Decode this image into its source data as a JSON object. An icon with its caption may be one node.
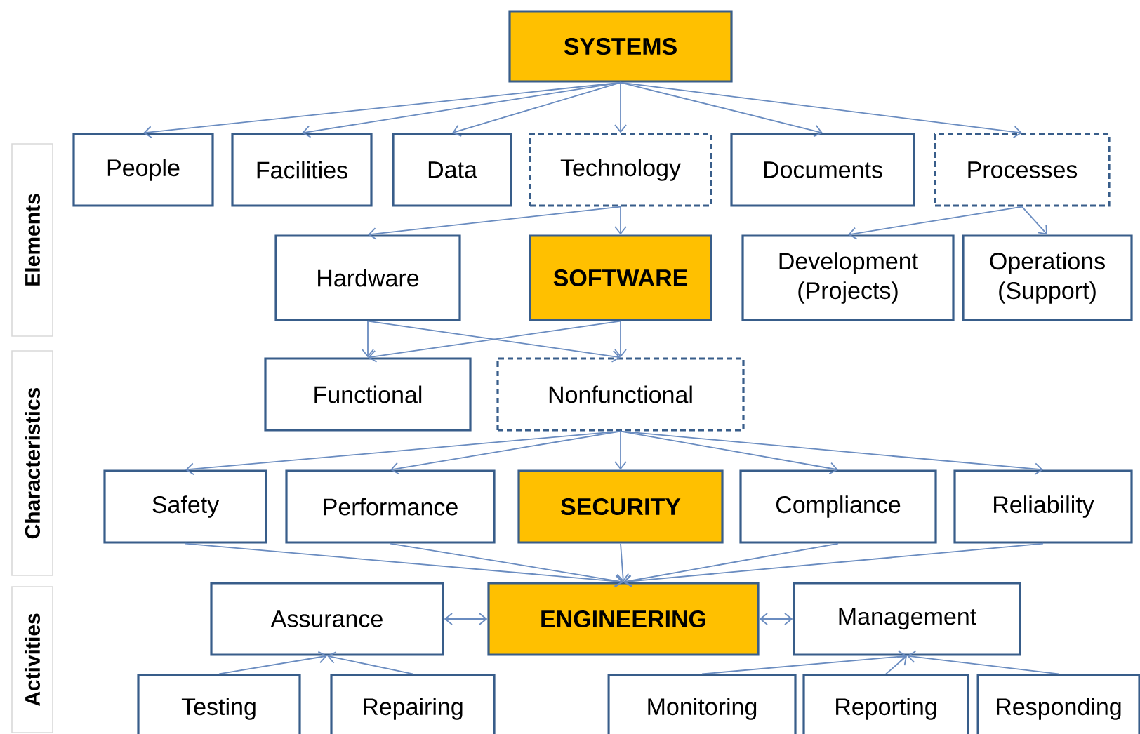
{
  "diagram": {
    "nodes": [
      {
        "text": [
          "SYSTEMS"
        ]
      },
      {
        "text": [
          "People"
        ]
      },
      {
        "text": [
          "Facilities"
        ]
      },
      {
        "text": [
          "Data"
        ]
      },
      {
        "text": [
          "Technology"
        ]
      },
      {
        "text": [
          "Documents"
        ]
      },
      {
        "text": [
          "Processes"
        ]
      },
      {
        "text": [
          "Hardware"
        ]
      },
      {
        "text": [
          "SOFTWARE"
        ]
      },
      {
        "text": [
          "Development (Projects)"
        ]
      },
      {
        "text": [
          "Operations (Support)"
        ]
      },
      {
        "text": [
          "Functional"
        ]
      },
      {
        "text": [
          "Nonfunctional"
        ]
      },
      {
        "text": [
          "Safety"
        ]
      },
      {
        "text": [
          "Performance"
        ]
      },
      {
        "text": [
          "SECURITY"
        ]
      },
      {
        "text": [
          "Compliance"
        ]
      },
      {
        "text": [
          "Reliability"
        ]
      },
      {
        "text": [
          "Assurance"
        ]
      },
      {
        "text": [
          "ENGINEERING"
        ]
      },
      {
        "text": [
          "Management"
        ]
      },
      {
        "text": [
          "Testing"
        ]
      },
      {
        "text": [
          "Repairing"
        ]
      },
      {
        "text": [
          "Monitoring"
        ]
      },
      {
        "text": [
          "Reporting"
        ]
      },
      {
        "text": [
          "Responding"
        ]
      },
      {
        "text": [
          "Elements"
        ]
      },
      {
        "text": [
          "Characteristics"
        ]
      },
      {
        "text": [
          "Activities"
        ]
      }
    ],
    "edges": [
      {
        "from": 0,
        "to": 1,
        "arrow": "to"
      },
      {
        "from": 0,
        "to": 2,
        "arrow": "to"
      },
      {
        "from": 0,
        "to": 3,
        "arrow": "to"
      },
      {
        "from": 0,
        "to": 4,
        "arrow": "to"
      },
      {
        "from": 0,
        "to": 5,
        "arrow": "to"
      },
      {
        "from": 0,
        "to": 6,
        "arrow": "to"
      },
      {
        "from": 4,
        "to": 7,
        "arrow": "to"
      },
      {
        "from": 4,
        "to": 8,
        "arrow": "to"
      },
      {
        "from": 6,
        "to": 9,
        "arrow": "to"
      },
      {
        "from": 6,
        "to": 10,
        "arrow": "to"
      },
      {
        "from": 7,
        "to": 11,
        "arrow": "to"
      },
      {
        "from": 7,
        "to": 12,
        "arrow": "to"
      },
      {
        "from": 8,
        "to": 11,
        "arrow": "to"
      },
      {
        "from": 8,
        "to": 12,
        "arrow": "to"
      },
      {
        "from": 12,
        "to": 13,
        "arrow": "to"
      },
      {
        "from": 12,
        "to": 14,
        "arrow": "to"
      },
      {
        "from": 12,
        "to": 15,
        "arrow": "to"
      },
      {
        "from": 12,
        "to": 16,
        "arrow": "to"
      },
      {
        "from": 12,
        "to": 17,
        "arrow": "to"
      },
      {
        "from": 13,
        "to": 19,
        "arrow": "to"
      },
      {
        "from": 14,
        "to": 19,
        "arrow": "to"
      },
      {
        "from": 15,
        "to": 19,
        "arrow": "to"
      },
      {
        "from": 16,
        "to": 19,
        "arrow": "to"
      },
      {
        "from": 17,
        "to": 19,
        "arrow": "to"
      },
      {
        "from": 18,
        "to": 19,
        "arrow": "both"
      },
      {
        "from": 19,
        "to": 20,
        "arrow": "both"
      },
      {
        "from": 21,
        "to": 18,
        "arrow": "to"
      },
      {
        "from": 22,
        "to": 18,
        "arrow": "to"
      },
      {
        "from": 23,
        "to": 20,
        "arrow": "to"
      },
      {
        "from": 24,
        "to": 20,
        "arrow": "to"
      },
      {
        "from": 25,
        "to": 20,
        "arrow": "to"
      }
    ]
  }
}
